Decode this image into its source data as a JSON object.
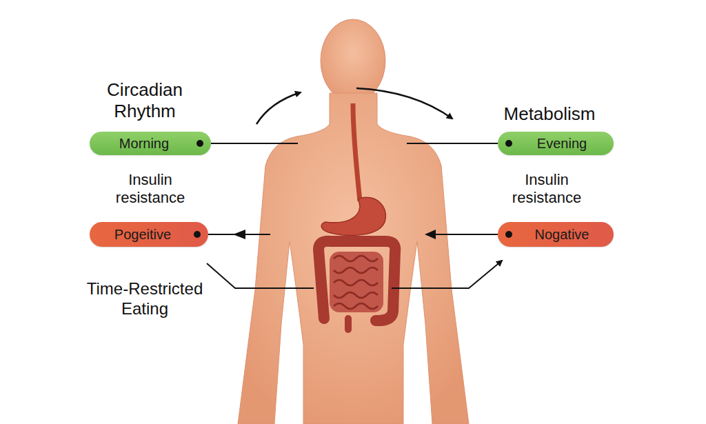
{
  "diagram": {
    "nodes": [
      {
        "text": [
          "Morning"
        ]
      },
      {
        "text": [
          "Evening"
        ]
      },
      {
        "text": [
          "Pogeitive"
        ]
      },
      {
        "text": [
          "Nogative"
        ]
      }
    ],
    "labels": [
      "Circadian Rhythm",
      "Metabolism",
      "Insulin resistance",
      "Insulin resistance",
      "Time-Restricted Eating"
    ]
  }
}
